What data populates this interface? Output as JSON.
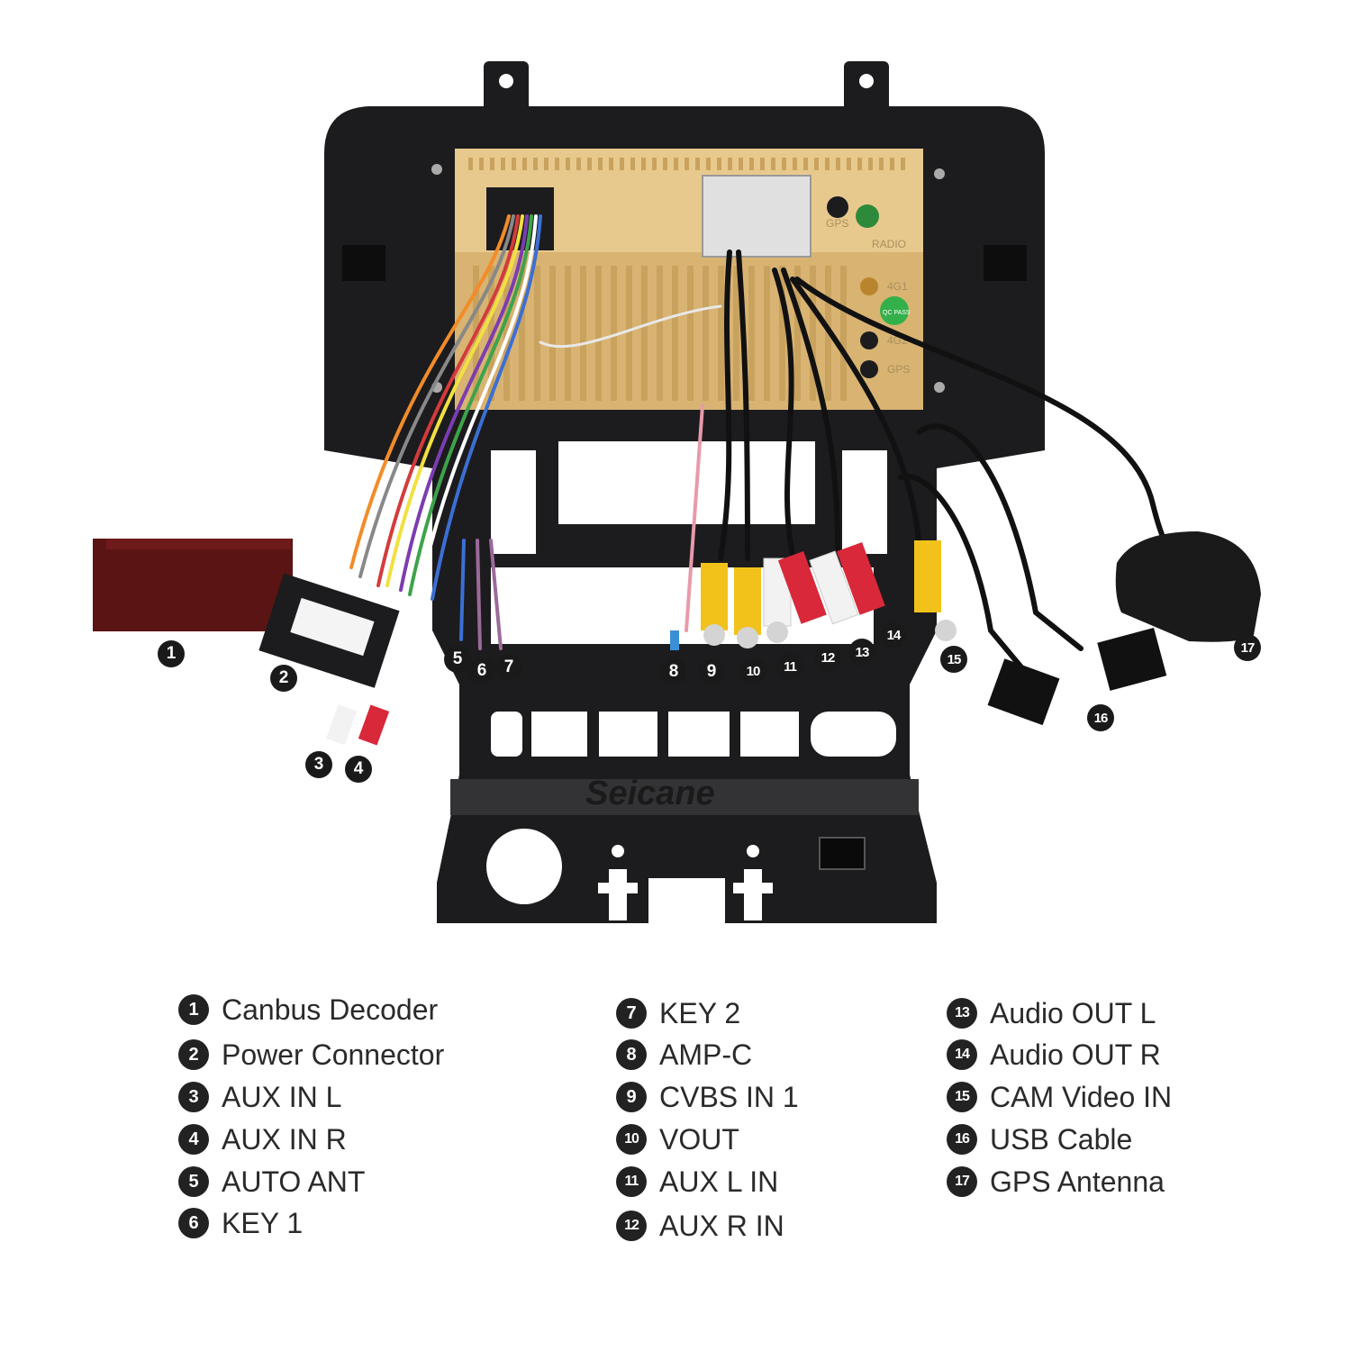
{
  "watermark": "Seicane",
  "panel_labels": {
    "gps": "GPS",
    "radio": "RADIO",
    "port_4g_1": "4G1",
    "port_4g_2": "4G2",
    "qc_pass": "QC PASS",
    "gps_small": "GPS"
  },
  "colors": {
    "frame": "#1c1c1e",
    "heatsink": "#e8c98d",
    "heatsink_shadow": "#c9a25e",
    "decoder": "#5a1414",
    "rca_yellow": "#f2c21b",
    "rca_red": "#d8283a",
    "rca_white": "#f2f2f2",
    "marker_bg": "#1a1a1a"
  },
  "markers": [
    "1",
    "2",
    "3",
    "4",
    "5",
    "6",
    "7",
    "8",
    "9",
    "10",
    "11",
    "12",
    "13",
    "14",
    "15",
    "16",
    "17"
  ],
  "legend": [
    {
      "num": "1",
      "label": "Canbus Decoder"
    },
    {
      "num": "2",
      "label": "Power Connector"
    },
    {
      "num": "3",
      "label": "AUX IN L"
    },
    {
      "num": "4",
      "label": "AUX IN R"
    },
    {
      "num": "5",
      "label": "AUTO ANT"
    },
    {
      "num": "6",
      "label": "KEY 1"
    },
    {
      "num": "7",
      "label": "KEY 2"
    },
    {
      "num": "8",
      "label": "AMP-C"
    },
    {
      "num": "9",
      "label": "CVBS IN 1"
    },
    {
      "num": "10",
      "label": "VOUT"
    },
    {
      "num": "11",
      "label": "AUX L IN"
    },
    {
      "num": "12",
      "label": "AUX R IN"
    },
    {
      "num": "13",
      "label": "Audio OUT L"
    },
    {
      "num": "14",
      "label": "Audio OUT R"
    },
    {
      "num": "15",
      "label": "CAM Video IN"
    },
    {
      "num": "16",
      "label": "USB Cable"
    },
    {
      "num": "17",
      "label": "GPS Antenna"
    }
  ]
}
